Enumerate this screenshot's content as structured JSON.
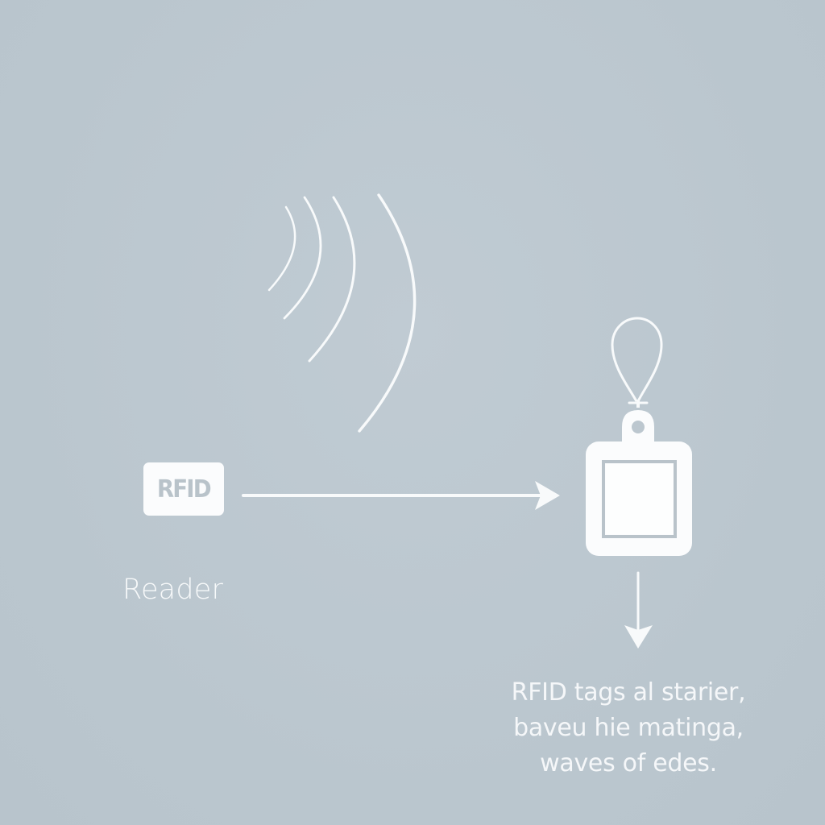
{
  "diagram": {
    "background_color": "#bcc7cf",
    "foreground_color": "#ffffff",
    "reader": {
      "badge_text": "RFID",
      "label": "Reader"
    },
    "signal_waves": {
      "icon": "radio-waves-icon",
      "count": 4
    },
    "connector_arrow": {
      "icon": "arrow-right-icon",
      "from": "reader",
      "to": "tag"
    },
    "tag": {
      "icon": "rfid-key-tag-icon"
    },
    "down_arrow": {
      "icon": "arrow-down-icon"
    },
    "caption": {
      "lines": [
        "RFID tags al starier,",
        "baveu hie matinga,",
        "waves of edes."
      ]
    }
  }
}
